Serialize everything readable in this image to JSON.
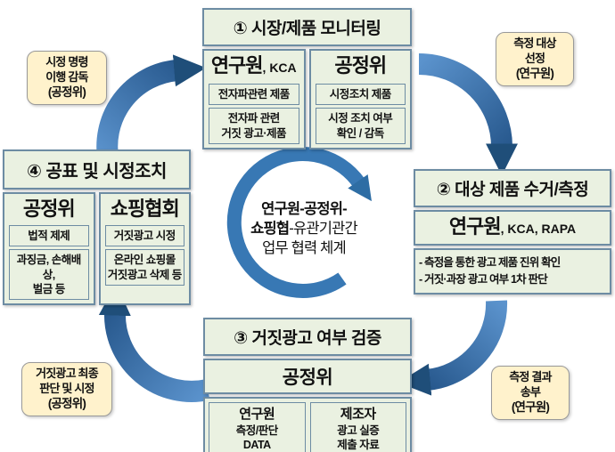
{
  "colors": {
    "box_fill": "#eaf1e1",
    "box_border": "#6d8ca3",
    "callout_fill": "#fff2cc",
    "callout_border": "#999999",
    "arrow_light": "#5b93cd",
    "arrow_dark": "#1f4e79",
    "cycle_blue": "#3878b4"
  },
  "arrows": {
    "a1": "curved-arrow-stage4-to-stage1",
    "a2": "curved-arrow-stage1-to-stage2",
    "a3": "curved-arrow-stage2-to-stage3",
    "a4": "curved-arrow-stage3-to-stage4",
    "center": "circular-cycle-arrow"
  },
  "stages": {
    "s1": {
      "title": "① 시장/제품 모니터링",
      "cols": [
        {
          "org": "연구원",
          "org_suffix": ", KCA",
          "item1": "전자파관련 제품",
          "item2a": "전자파 관련",
          "item2b": "거짓 광고·제품"
        },
        {
          "org": "공정위",
          "org_suffix": "",
          "item1": "시정조치 제품",
          "item2a": "시정 조치 여부",
          "item2b": "확인 / 감독"
        }
      ]
    },
    "s2": {
      "title": "② 대상 제품 수거/측정",
      "org": "연구원",
      "org_suffix": ", KCA, RAPA",
      "bullets": [
        "- 측정을 통한 광고 제품 진위 확인",
        "- 거짓·과장 광고 여부 1차 판단"
      ]
    },
    "s3": {
      "title": "③ 거짓광고 여부 검증",
      "org": "공정위",
      "subs": [
        {
          "name": "연구원",
          "line1": "측정/판단",
          "line2": "DATA"
        },
        {
          "name": "제조자",
          "line1": "광고 실증",
          "line2": "제출 자료"
        }
      ]
    },
    "s4": {
      "title": "④ 공표 및 시정조치",
      "cols": [
        {
          "org": "공정위",
          "item1": "법적 제제",
          "item2a": "과징금, 손해배상,",
          "item2b": "벌금 등"
        },
        {
          "org": "쇼핑협회",
          "item1": "거짓광고 시정",
          "item2a": "온라인 쇼핑몰",
          "item2b": "거짓광고 삭제 등"
        }
      ]
    }
  },
  "callouts": {
    "top_left": {
      "line1": "시정 명령",
      "line2": "이행 감독",
      "line3": "(공정위)"
    },
    "top_right": {
      "line1": "측정 대상",
      "line2": "선정",
      "line3": "(연구원)"
    },
    "bottom_right": {
      "line1": "측정 결과",
      "line2": "송부",
      "line3": "(연구원)"
    },
    "bottom_left": {
      "line1": "거짓광고 최종",
      "line2": "판단 및 시정",
      "line3": "(공정위)"
    }
  },
  "center": {
    "line1": "연구원-공정위-",
    "line2_bold": "쇼핑협",
    "line2_rest": "-유관기관간",
    "line3": "업무 협력 체계"
  }
}
